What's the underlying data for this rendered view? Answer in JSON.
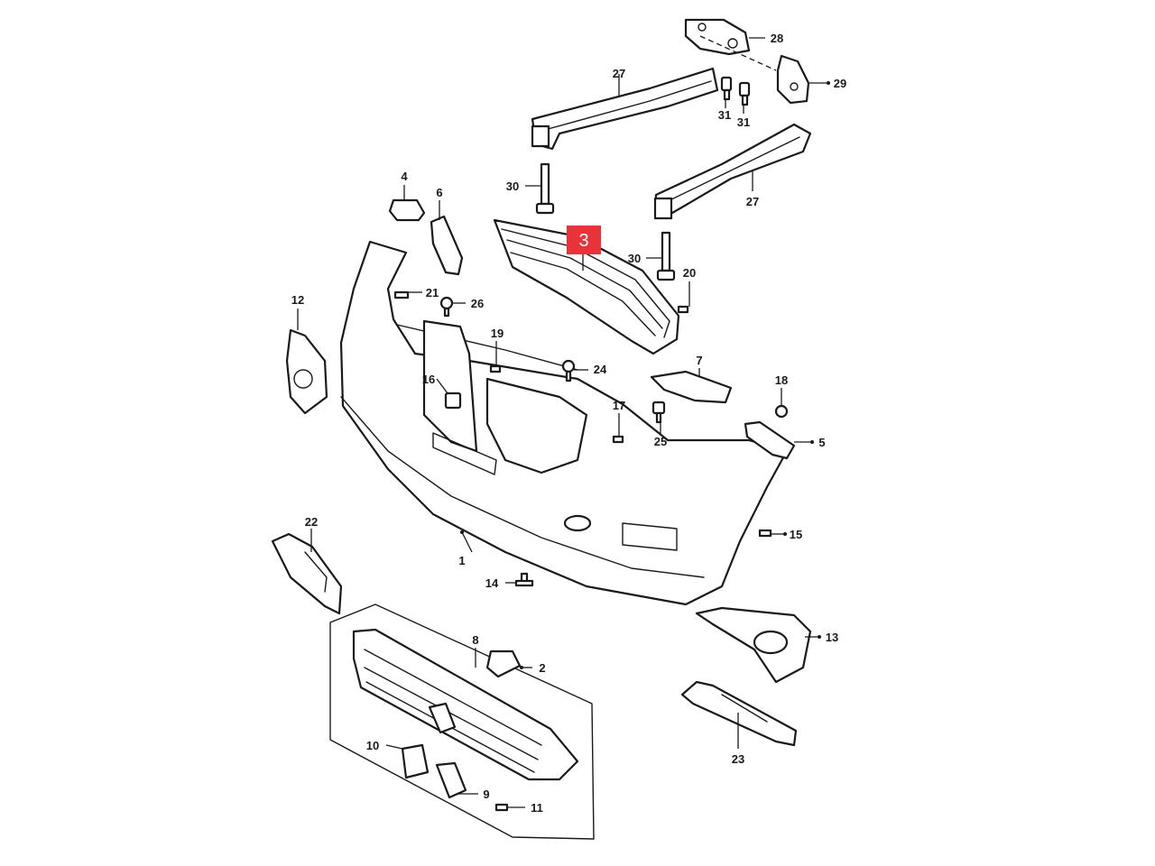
{
  "diagram": {
    "colors": {
      "line": "#1a1a1a",
      "highlight": "#e8333a",
      "background": "#ffffff"
    },
    "highlight": {
      "label": "3"
    },
    "labels": [
      {
        "id": "p1",
        "text": "1"
      },
      {
        "id": "p2",
        "text": "2"
      },
      {
        "id": "p4",
        "text": "4"
      },
      {
        "id": "p5",
        "text": "5"
      },
      {
        "id": "p6",
        "text": "6"
      },
      {
        "id": "p7",
        "text": "7"
      },
      {
        "id": "p8",
        "text": "8"
      },
      {
        "id": "p9",
        "text": "9"
      },
      {
        "id": "p10",
        "text": "10"
      },
      {
        "id": "p11",
        "text": "11"
      },
      {
        "id": "p12",
        "text": "12"
      },
      {
        "id": "p13",
        "text": "13"
      },
      {
        "id": "p14",
        "text": "14"
      },
      {
        "id": "p15",
        "text": "15"
      },
      {
        "id": "p16",
        "text": "16"
      },
      {
        "id": "p17",
        "text": "17"
      },
      {
        "id": "p18",
        "text": "18"
      },
      {
        "id": "p19",
        "text": "19"
      },
      {
        "id": "p20",
        "text": "20"
      },
      {
        "id": "p21",
        "text": "21"
      },
      {
        "id": "p22",
        "text": "22"
      },
      {
        "id": "p23",
        "text": "23"
      },
      {
        "id": "p24",
        "text": "24"
      },
      {
        "id": "p25",
        "text": "25"
      },
      {
        "id": "p26",
        "text": "26"
      },
      {
        "id": "p27a",
        "text": "27"
      },
      {
        "id": "p27b",
        "text": "27"
      },
      {
        "id": "p28",
        "text": "28"
      },
      {
        "id": "p29",
        "text": "29"
      },
      {
        "id": "p30a",
        "text": "30"
      },
      {
        "id": "p30b",
        "text": "30"
      },
      {
        "id": "p31a",
        "text": "31"
      },
      {
        "id": "p31b",
        "text": "31"
      }
    ]
  }
}
